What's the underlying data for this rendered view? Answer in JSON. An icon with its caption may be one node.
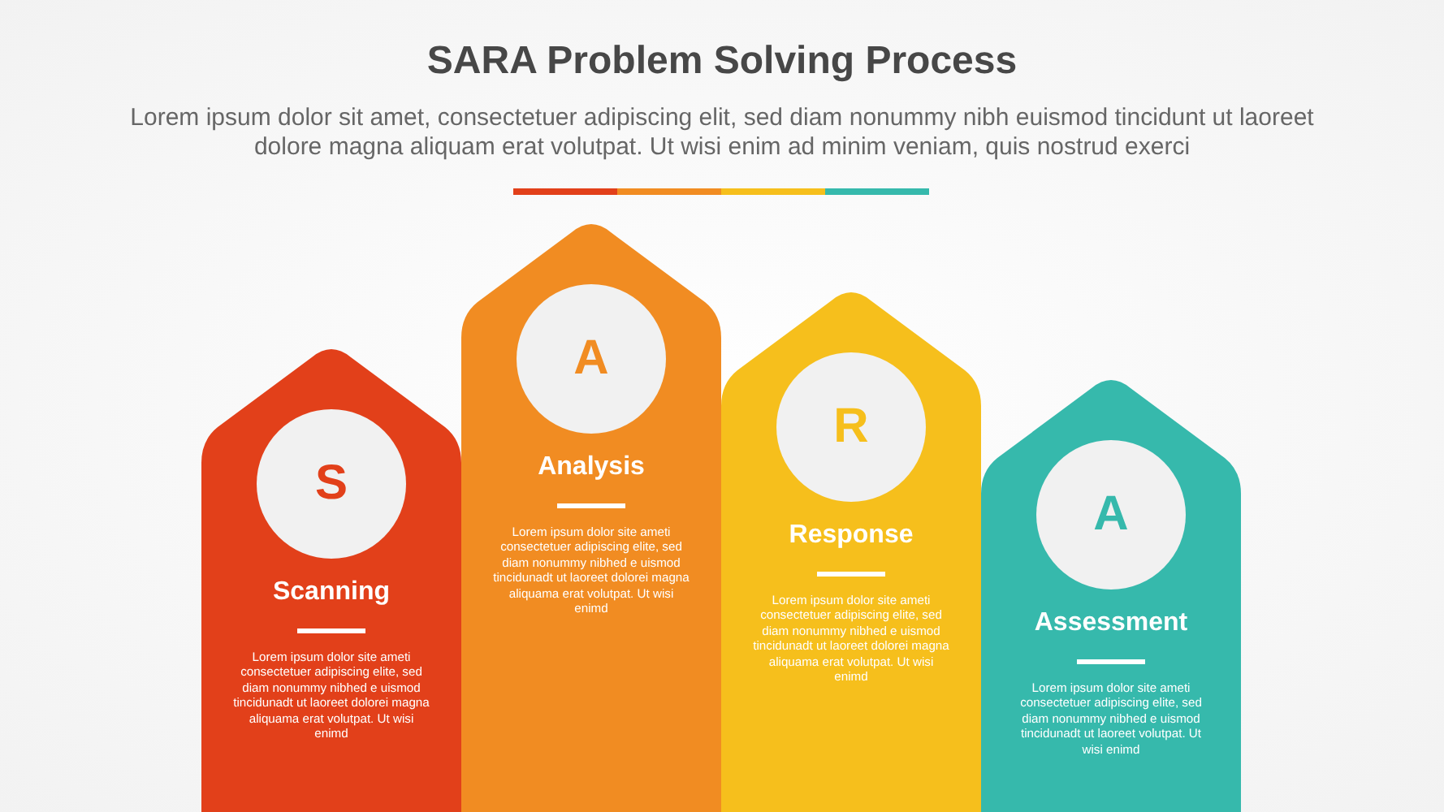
{
  "diagram": {
    "title": "SARA Problem Solving Process",
    "caption": "Lorem ipsum dolor sit amet, consectetuer adipiscing elit, sed diam nonummy nibh euismod tincidunt ut laoreet dolore magna aliquam erat volutpat. Ut wisi enim ad minim veniam, quis nostrud exerci",
    "nodes": [
      {
        "text": [
          "Scanning",
          "Lorem ipsum dolor site ameti consectetuer adipiscing elite, sed diam nonummy nibhed e uismod tincidunadt ut laoreet dolorei magna aliquama erat volutpat. Ut wisi enimd"
        ]
      },
      {
        "text": [
          "S"
        ],
        "in": 0
      },
      {
        "text": [
          "Analysis",
          "Lorem ipsum dolor site ameti consectetuer adipiscing elite, sed diam nonummy nibhed e uismod tincidunadt ut laoreet dolorei magna aliquama erat volutpat. Ut wisi enimd"
        ]
      },
      {
        "text": [
          "A"
        ],
        "in": 2
      },
      {
        "text": [
          "Response",
          "Lorem ipsum dolor site ameti consectetuer adipiscing elite, sed diam nonummy nibhed e uismod tincidunadt ut laoreet dolorei magna aliquama erat volutpat. Ut wisi enimd"
        ]
      },
      {
        "text": [
          "R"
        ],
        "in": 4
      },
      {
        "text": [
          "Assessment",
          "Lorem ipsum dolor site ameti consectetuer adipiscing elite, sed diam nonummy nibhed e uismod tincidunadt ut laoreet volutpat. Ut wisi enimd"
        ]
      },
      {
        "text": [
          "A"
        ],
        "in": 6
      }
    ]
  }
}
